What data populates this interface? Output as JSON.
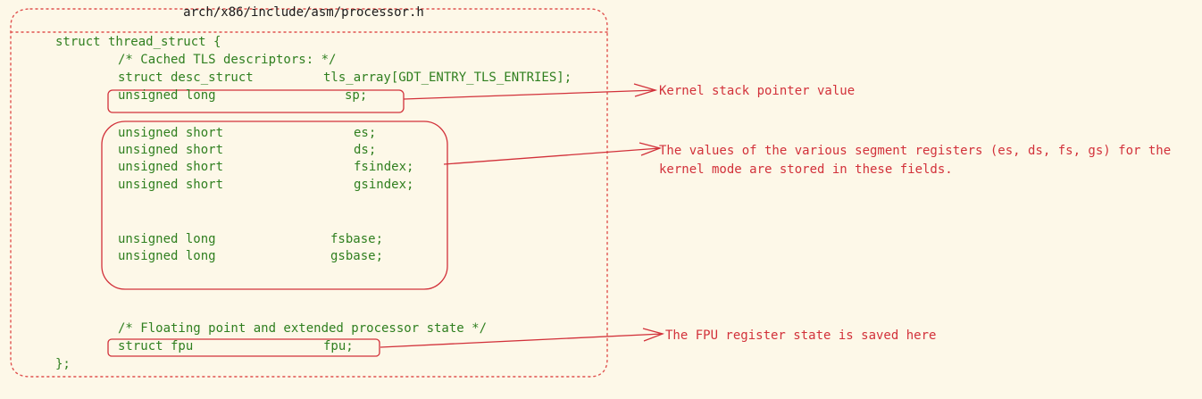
{
  "file_title": "arch/x86/include/asm/processor.h",
  "code": {
    "struct_open": "struct thread_struct {",
    "comment_tls": "/* Cached TLS descriptors: */",
    "desc_type": "struct desc_struct",
    "desc_name": "tls_array[GDT_ENTRY_TLS_ENTRIES];",
    "sp_type": "unsigned long",
    "sp_name": "sp;",
    "es_type": "unsigned short",
    "es_name": "es;",
    "ds_type": "unsigned short",
    "ds_name": "ds;",
    "fsindex_type": "unsigned short",
    "fsindex_name": "fsindex;",
    "gsindex_type": "unsigned short",
    "gsindex_name": "gsindex;",
    "fsbase_type": "unsigned long",
    "fsbase_name": "fsbase;",
    "gsbase_type": "unsigned long",
    "gsbase_name": "gsbase;",
    "comment_fpu": "/* Floating point and extended processor state */",
    "fpu_type": "struct fpu",
    "fpu_name": "fpu;",
    "struct_close": "};"
  },
  "annotations": {
    "sp_note": "Kernel stack pointer value",
    "seg_note_line1": "The values of the various segment registers (es, ds, fs, gs) for the",
    "seg_note_line2": "kernel mode are stored in these fields.",
    "fpu_note": "The FPU register state is saved here"
  },
  "colors": {
    "background": "#fdf8e8",
    "code_text": "#2f7f1f",
    "annotation": "#d2313a",
    "frame": "#e0524f",
    "title_text": "#1b1b1b"
  }
}
